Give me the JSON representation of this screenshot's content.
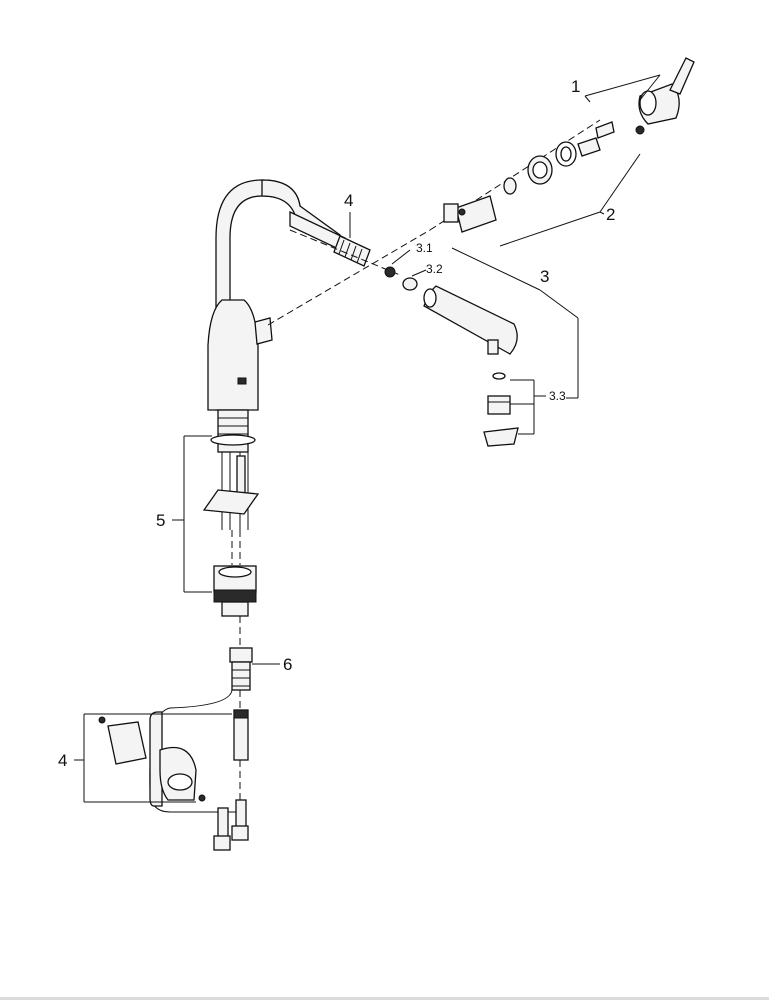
{
  "callouts": {
    "c1": "1",
    "c2": "2",
    "c3": "3",
    "c3_1": "3.1",
    "c3_2": "3.2",
    "c3_3": "3.3",
    "c4_top": "4",
    "c4_bottom": "4",
    "c5": "5",
    "c6": "6"
  }
}
